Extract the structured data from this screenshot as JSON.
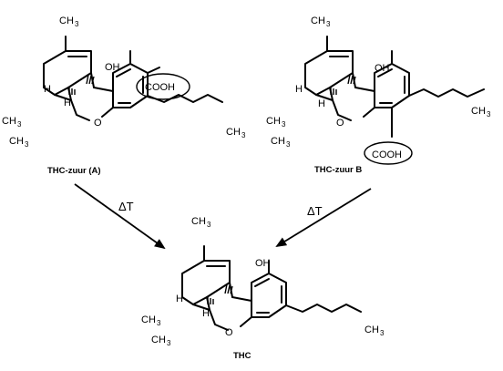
{
  "structures": {
    "a": {
      "caption": "THC-zuur (A)",
      "methyl_top": "CH",
      "methyl_top_sub": "3",
      "oh": "OH",
      "cooh": "COOH",
      "ring_o": "O",
      "h": "H",
      "gem1": "CH",
      "gem1_sub": "3",
      "gem2": "CH",
      "gem2_sub": "3",
      "chain_end": "CH",
      "chain_end_sub": "3"
    },
    "b": {
      "caption": "THC-zuur B",
      "methyl_top": "CH",
      "methyl_top_sub": "3",
      "oh": "OH",
      "cooh": "COOH",
      "ring_o": "O",
      "h": "H",
      "gem1": "CH",
      "gem1_sub": "3",
      "gem2": "CH",
      "gem2_sub": "3",
      "chain_end": "CH",
      "chain_end_sub": "3"
    },
    "c": {
      "caption": "THC",
      "methyl_top": "CH",
      "methyl_top_sub": "3",
      "oh": "OH",
      "ring_o": "O",
      "h": "H",
      "gem1": "CH",
      "gem1_sub": "3",
      "gem2": "CH",
      "gem2_sub": "3",
      "chain_end": "CH",
      "chain_end_sub": "3"
    }
  },
  "arrows": {
    "left_label": "ΔT",
    "right_label": "ΔT"
  }
}
